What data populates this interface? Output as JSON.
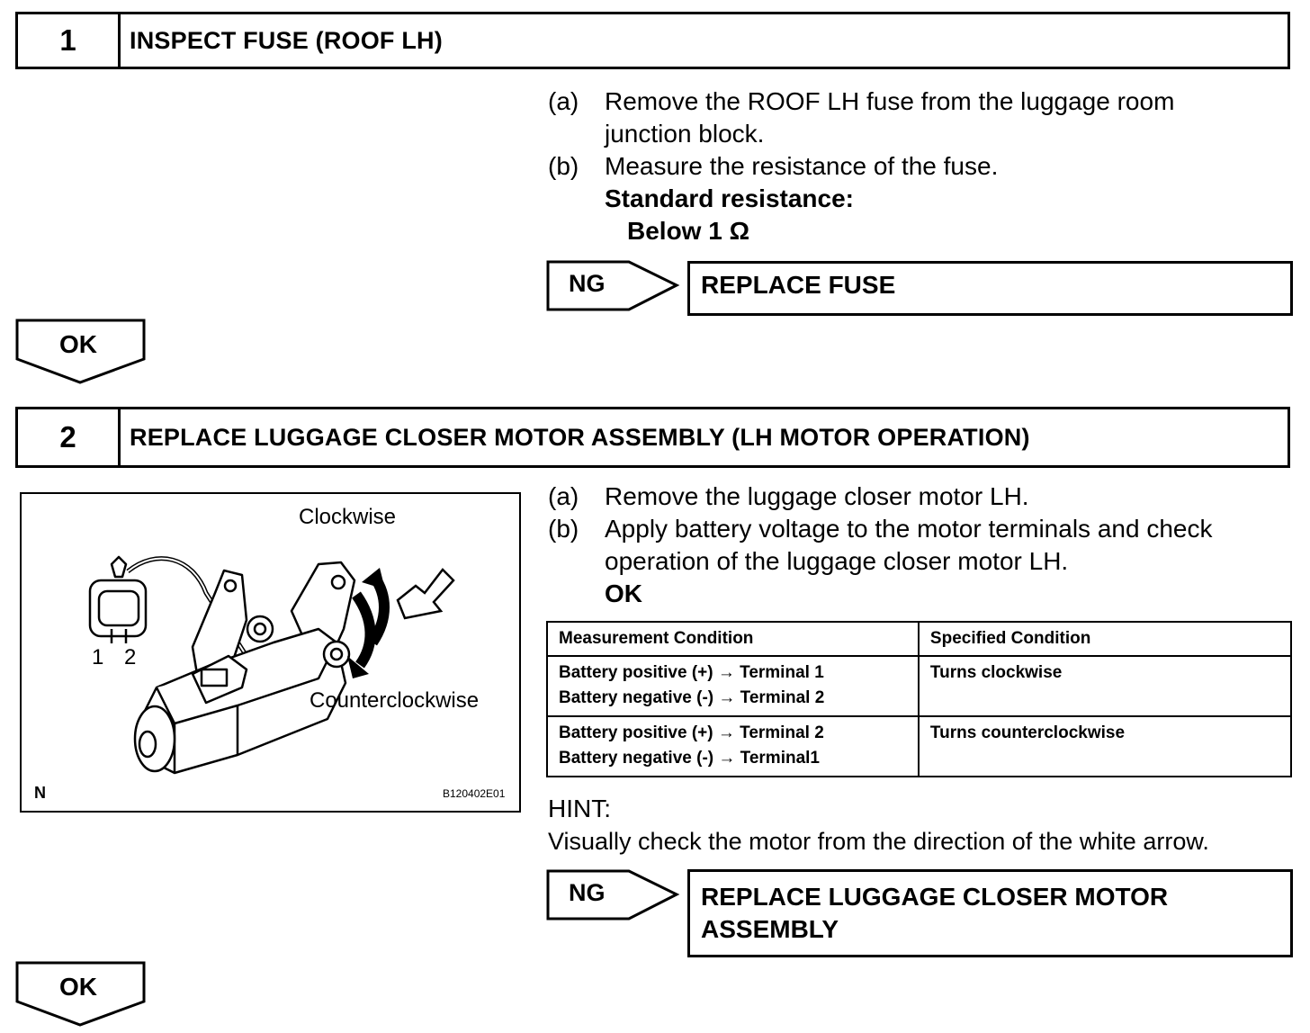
{
  "step1": {
    "number": "1",
    "title": "INSPECT FUSE (ROOF LH)",
    "items": [
      {
        "marker": "(a)",
        "lines": [
          "Remove the ROOF LH fuse from the luggage room",
          "junction block."
        ]
      },
      {
        "marker": "(b)",
        "lines": [
          "Measure the resistance of the fuse."
        ]
      }
    ],
    "standard_label": "Standard resistance:",
    "standard_value": "Below 1 Ω",
    "ng_label": "NG",
    "ng_action": "REPLACE FUSE",
    "ok_label": "OK"
  },
  "step2": {
    "number": "2",
    "title": "REPLACE LUGGAGE CLOSER MOTOR ASSEMBLY (LH MOTOR OPERATION)",
    "items": [
      {
        "marker": "(a)",
        "lines": [
          "Remove the luggage closer motor LH."
        ]
      },
      {
        "marker": "(b)",
        "lines": [
          "Apply battery voltage to the motor terminals and check",
          "operation of the luggage closer motor LH."
        ]
      }
    ],
    "ok_inline": "OK",
    "table": {
      "headers": [
        "Measurement Condition",
        "Specified Condition"
      ],
      "rows": [
        {
          "condition": [
            "Battery positive (+) → Terminal 1",
            "Battery negative (-) → Terminal 2"
          ],
          "spec": "Turns clockwise"
        },
        {
          "condition": [
            "Battery positive (+) → Terminal 2",
            "Battery negative (-) → Terminal1"
          ],
          "spec": "Turns counterclockwise"
        }
      ]
    },
    "hint_label": "HINT:",
    "hint_text": "Visually check the motor from the direction of the white arrow.",
    "ng_label": "NG",
    "ng_action_lines": [
      "REPLACE LUGGAGE CLOSER MOTOR",
      "ASSEMBLY"
    ],
    "ok_label": "OK",
    "figure": {
      "clockwise_label": "Clockwise",
      "counterclockwise_label": "Counterclockwise",
      "terminal_1": "1",
      "terminal_2": "2",
      "corner_label": "N",
      "figure_code": "B120402E01"
    }
  }
}
